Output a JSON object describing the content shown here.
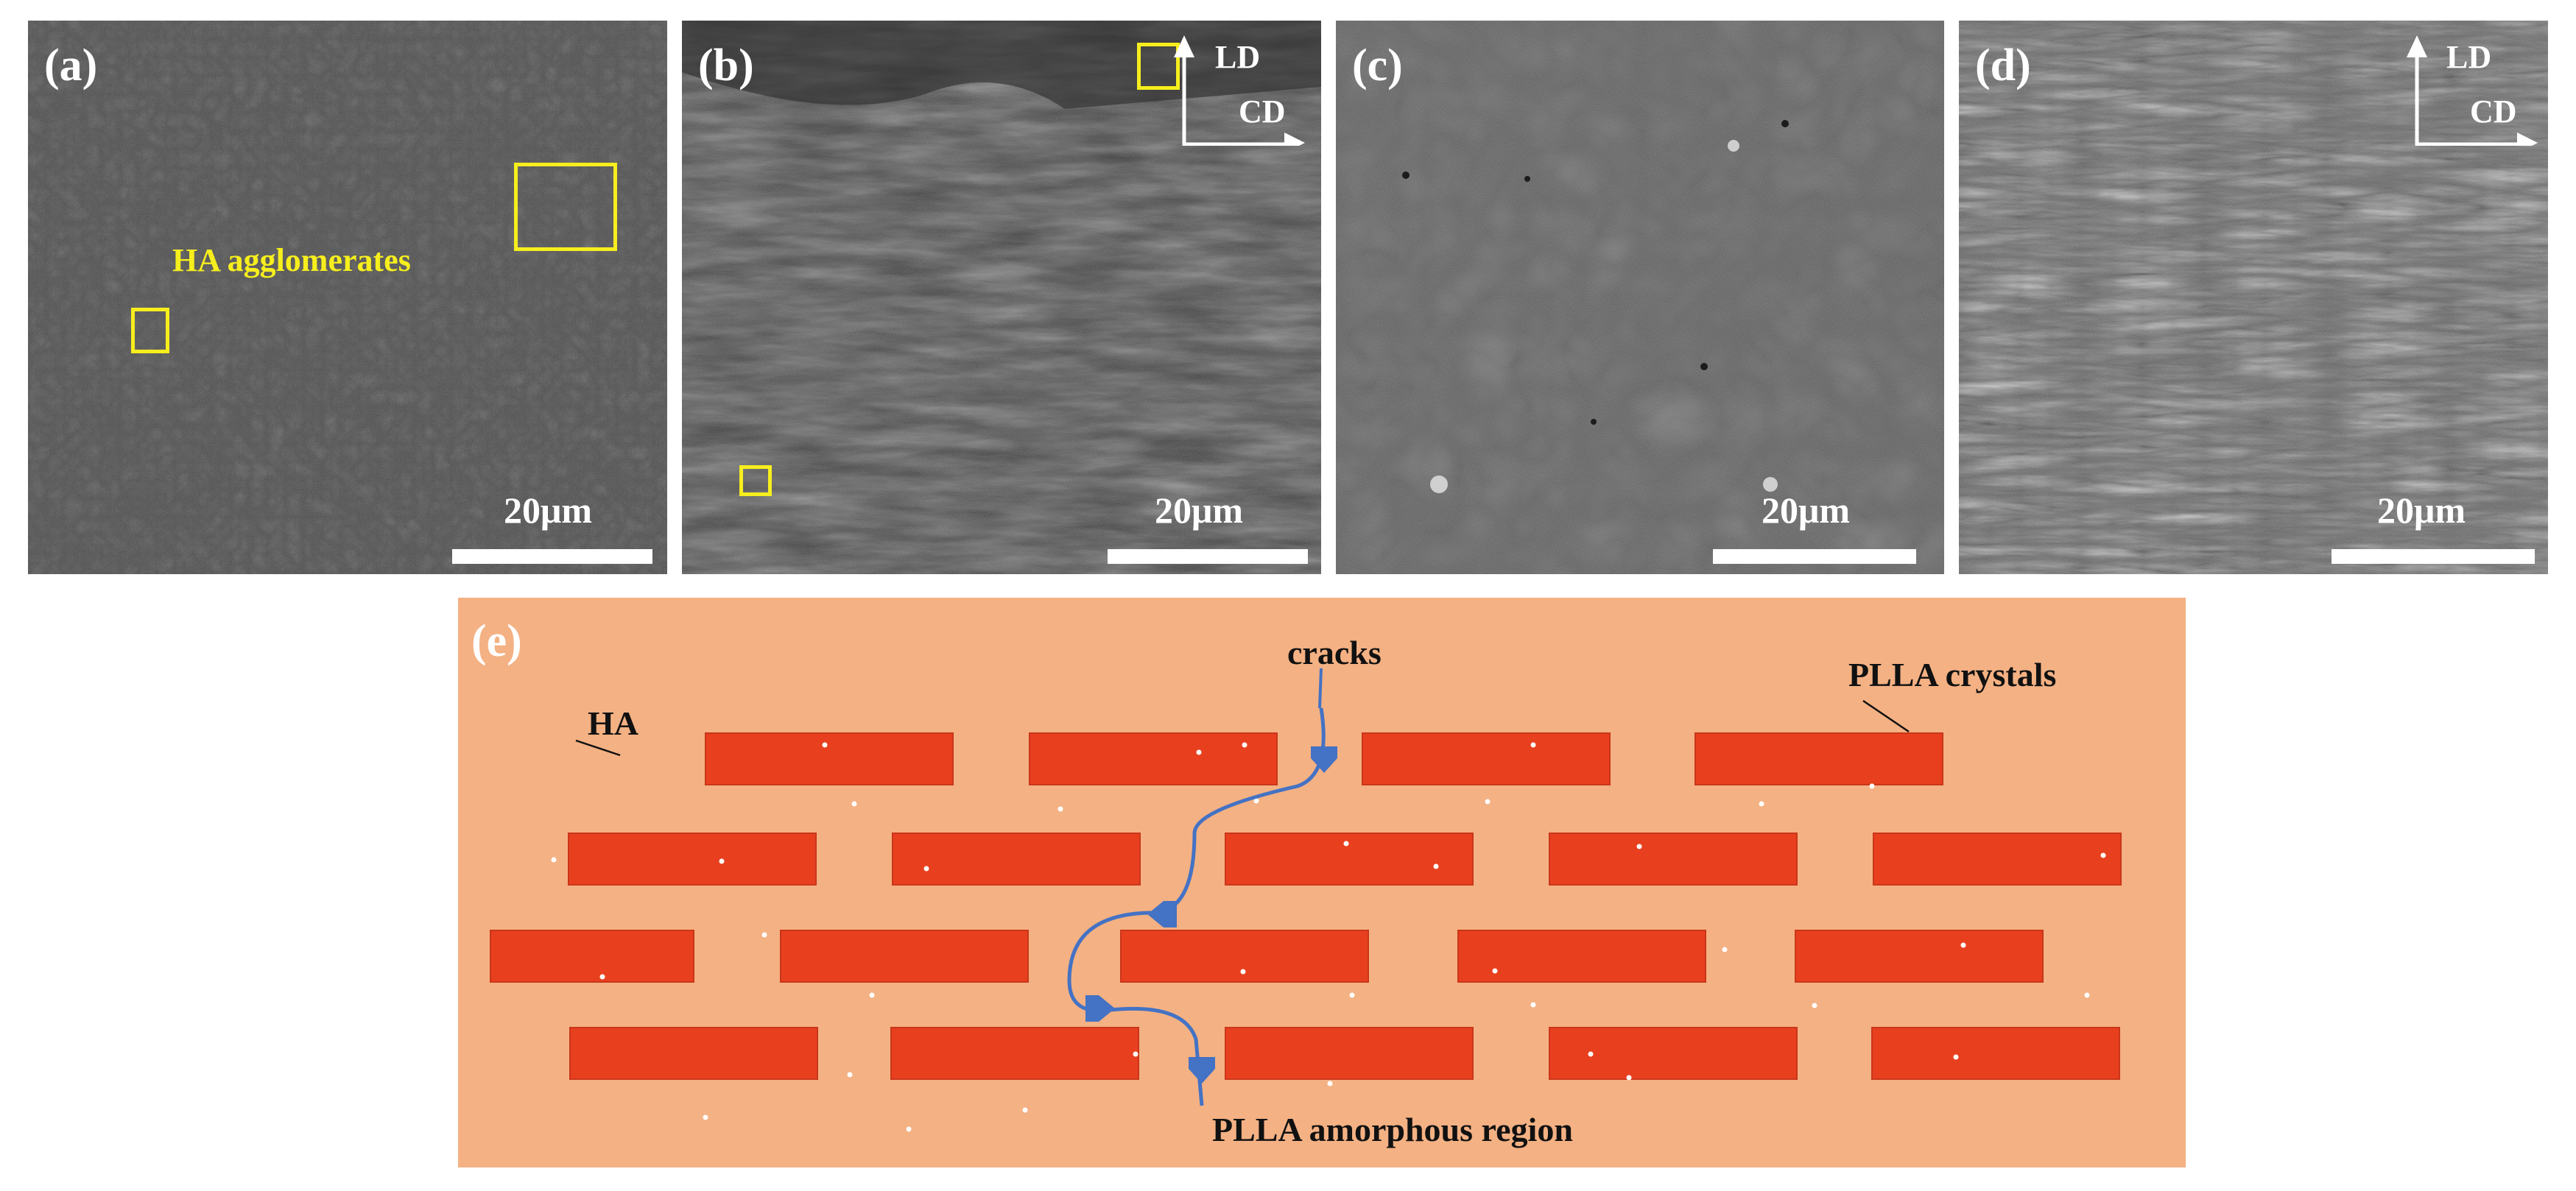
{
  "panels": [
    {
      "id": "a",
      "label": "(a)",
      "scale": "20μm",
      "annotation": "HA agglomerates"
    },
    {
      "id": "b",
      "label": "(b)",
      "scale": "20μm",
      "axis_v": "LD",
      "axis_h": "CD"
    },
    {
      "id": "c",
      "label": "(c)",
      "scale": "20μm"
    },
    {
      "id": "d",
      "label": "(d)",
      "scale": "20μm",
      "axis_v": "LD",
      "axis_h": "CD"
    }
  ],
  "schematic": {
    "label": "(e)",
    "ha": "HA",
    "cracks": "cracks",
    "crystals": "PLLA crystals",
    "amorphous": "PLLA amorphous region"
  },
  "colors": {
    "highlight": "#f6ee1d",
    "matrix": "#f4b183",
    "crystal": "#e8401f",
    "crack": "#4472c4"
  }
}
